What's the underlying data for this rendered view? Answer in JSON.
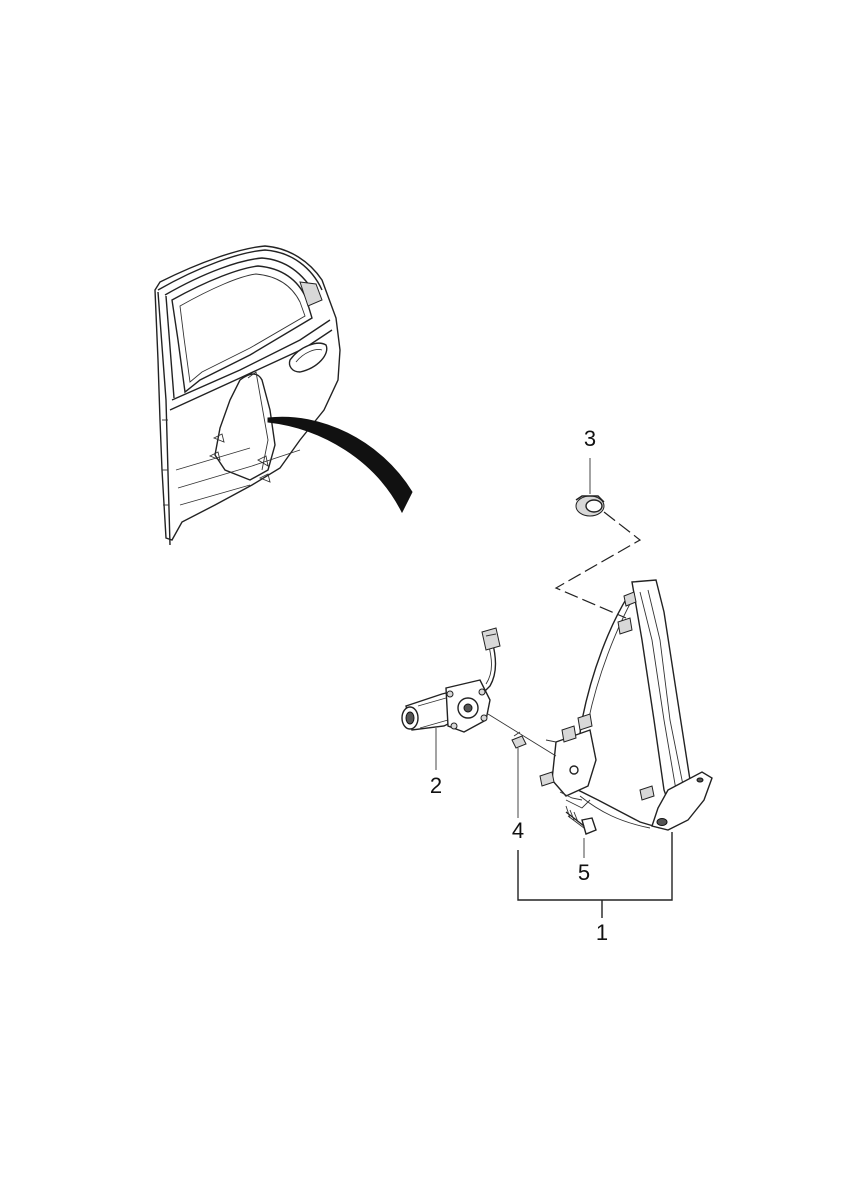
{
  "callouts": [
    {
      "id": "1",
      "label": "1"
    },
    {
      "id": "2",
      "label": "2"
    },
    {
      "id": "3",
      "label": "3"
    },
    {
      "id": "4",
      "label": "4"
    },
    {
      "id": "5",
      "label": "5"
    }
  ],
  "colors": {
    "line": "#222222",
    "background": "#ffffff",
    "arrow": "#111111"
  }
}
